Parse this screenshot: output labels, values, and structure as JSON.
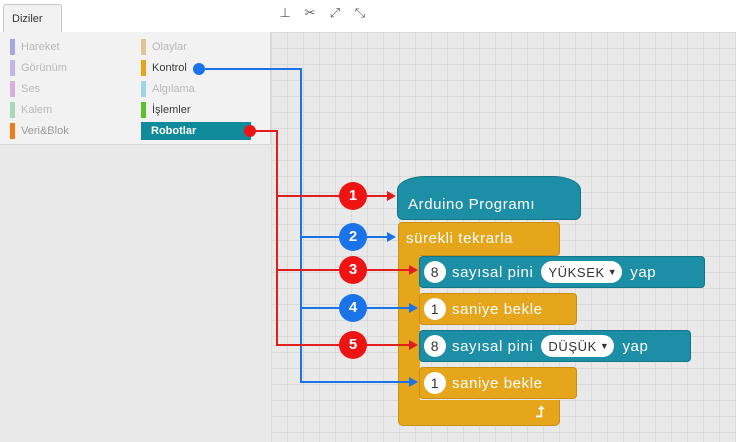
{
  "tab": {
    "label": "Diziler"
  },
  "toolbar": {
    "tools": [
      {
        "icon": "stamp-icon",
        "glyph": "⊥"
      },
      {
        "icon": "scissors-icon",
        "glyph": "✂"
      },
      {
        "icon": "grow-icon",
        "glyph": "⤢"
      },
      {
        "icon": "shrink-icon",
        "glyph": "⤡"
      }
    ]
  },
  "palette": {
    "categories": [
      {
        "label": "Hareket",
        "color": "#a6a8e3",
        "state": "dim"
      },
      {
        "label": "Görünüm",
        "color": "#c3b5e8",
        "state": "dim"
      },
      {
        "label": "Ses",
        "color": "#d8b0e0",
        "state": "dim"
      },
      {
        "label": "Kalem",
        "color": "#a9d8b9",
        "state": "dim"
      },
      {
        "label": "Veri&Blok",
        "color": "#f07c1b",
        "state": "dim"
      },
      {
        "label": "Olaylar",
        "color": "#e2c49b",
        "state": "dim"
      },
      {
        "label": "Kontrol",
        "color": "#e6a61c",
        "state": "bright"
      },
      {
        "label": "Algılama",
        "color": "#9fd3e8",
        "state": "dim"
      },
      {
        "label": "İşlemler",
        "color": "#5fbf2b",
        "state": "bright"
      },
      {
        "label": "Robotlar",
        "color": "#0f8b9b",
        "state": "selected"
      }
    ]
  },
  "blocks": {
    "hat": "Arduino Programı",
    "forever": "sürekli tekrarla",
    "loop_arrow": "⮥",
    "rows": [
      {
        "kind": "teal",
        "num": "8",
        "text": "sayısal pini",
        "dropdown": "YÜKSEK",
        "suffix": "yap"
      },
      {
        "kind": "orange",
        "num": "1",
        "text": "saniye bekle"
      },
      {
        "kind": "teal",
        "num": "8",
        "text": "sayısal pini",
        "dropdown": "DÜŞÜK",
        "suffix": "yap"
      },
      {
        "kind": "orange",
        "num": "1",
        "text": "saniye bekle"
      }
    ]
  },
  "badges": [
    "1",
    "2",
    "3",
    "4",
    "5"
  ],
  "colors": {
    "red": "#ee1414",
    "blue": "#1a73e8",
    "teal": "#1c8ea6",
    "orange": "#e6a61c"
  }
}
